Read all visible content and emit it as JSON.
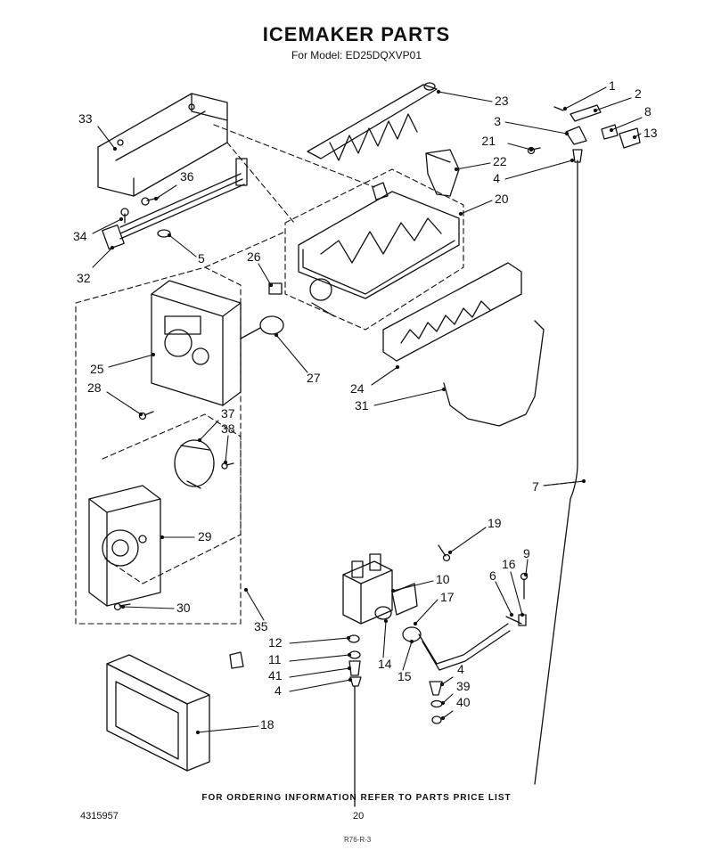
{
  "header": {
    "title": "ICEMAKER PARTS",
    "subtitle": "For Model: ED25DQXVP01"
  },
  "footer": {
    "ordering_note": "FOR ORDERING INFORMATION REFER TO PARTS PRICE LIST",
    "document_number": "4315957",
    "page_number": "20",
    "small_mark": "R76-R-3"
  },
  "callouts": [
    {
      "id": "1",
      "label": "1"
    },
    {
      "id": "2",
      "label": "2"
    },
    {
      "id": "3",
      "label": "3"
    },
    {
      "id": "8",
      "label": "8"
    },
    {
      "id": "13",
      "label": "13"
    },
    {
      "id": "21",
      "label": "21"
    },
    {
      "id": "23",
      "label": "23"
    },
    {
      "id": "22",
      "label": "22"
    },
    {
      "id": "4a",
      "label": "4"
    },
    {
      "id": "20",
      "label": "20"
    },
    {
      "id": "33",
      "label": "33"
    },
    {
      "id": "36",
      "label": "36"
    },
    {
      "id": "34",
      "label": "34"
    },
    {
      "id": "5",
      "label": "5"
    },
    {
      "id": "32",
      "label": "32"
    },
    {
      "id": "26",
      "label": "26"
    },
    {
      "id": "25",
      "label": "25"
    },
    {
      "id": "28",
      "label": "28"
    },
    {
      "id": "27",
      "label": "27"
    },
    {
      "id": "24",
      "label": "24"
    },
    {
      "id": "31",
      "label": "31"
    },
    {
      "id": "37",
      "label": "37"
    },
    {
      "id": "38",
      "label": "38"
    },
    {
      "id": "7",
      "label": "7"
    },
    {
      "id": "29",
      "label": "29"
    },
    {
      "id": "19",
      "label": "19"
    },
    {
      "id": "9",
      "label": "9"
    },
    {
      "id": "16",
      "label": "16"
    },
    {
      "id": "6",
      "label": "6"
    },
    {
      "id": "10",
      "label": "10"
    },
    {
      "id": "17",
      "label": "17"
    },
    {
      "id": "30",
      "label": "30"
    },
    {
      "id": "35",
      "label": "35"
    },
    {
      "id": "12",
      "label": "12"
    },
    {
      "id": "11",
      "label": "11"
    },
    {
      "id": "41",
      "label": "41"
    },
    {
      "id": "4b",
      "label": "4"
    },
    {
      "id": "14",
      "label": "14"
    },
    {
      "id": "15",
      "label": "15"
    },
    {
      "id": "4c",
      "label": "4"
    },
    {
      "id": "39",
      "label": "39"
    },
    {
      "id": "40",
      "label": "40"
    },
    {
      "id": "18",
      "label": "18"
    }
  ]
}
